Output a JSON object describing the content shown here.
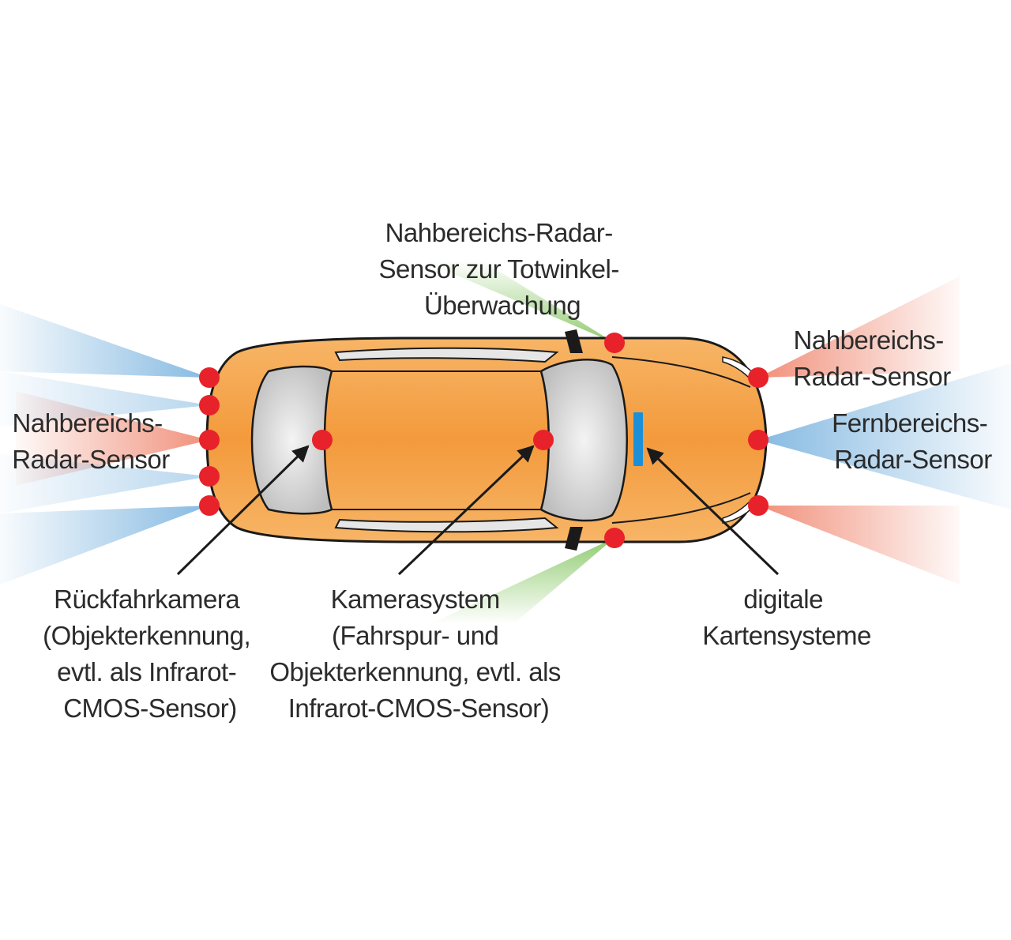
{
  "colors": {
    "car_body": "#f39a3c",
    "car_outline": "#1a1a1a",
    "glass": "#d9d9d9",
    "sensor": "#e8222a",
    "radar_short": "#f08a73",
    "radar_long": "#7fb6e0",
    "blind_spot": "#8cc96a",
    "map_unit": "#1c8fd6",
    "text": "#2b2b2b"
  },
  "labels": {
    "top_blind_spot": [
      "Nahbereichs-Radar-",
      "Sensor zur Totwinkel-",
      "Überwachung"
    ],
    "left_short_radar": [
      "Nahbereichs-",
      "Radar-Sensor"
    ],
    "right_short_radar": [
      "Nahbereichs-",
      "Radar-Sensor"
    ],
    "right_long_radar": [
      "Fernbereichs-",
      "Radar-Sensor"
    ],
    "rear_camera": [
      "Rückfahrkamera",
      "(Objekterkennung,",
      "evtl. als Infrarot-",
      "CMOS-Sensor)"
    ],
    "camera_system": [
      "Kamerasystem",
      "(Fahrspur- und",
      "Objekterkennung, evtl. als",
      "Infrarot-CMOS-Sensor)"
    ],
    "digital_maps": [
      "digitale",
      "Kartensysteme"
    ]
  },
  "icons": {
    "sensor": "sensor-dot-icon",
    "map_unit": "navigation-unit-icon",
    "arrow": "pointer-arrow-icon"
  }
}
